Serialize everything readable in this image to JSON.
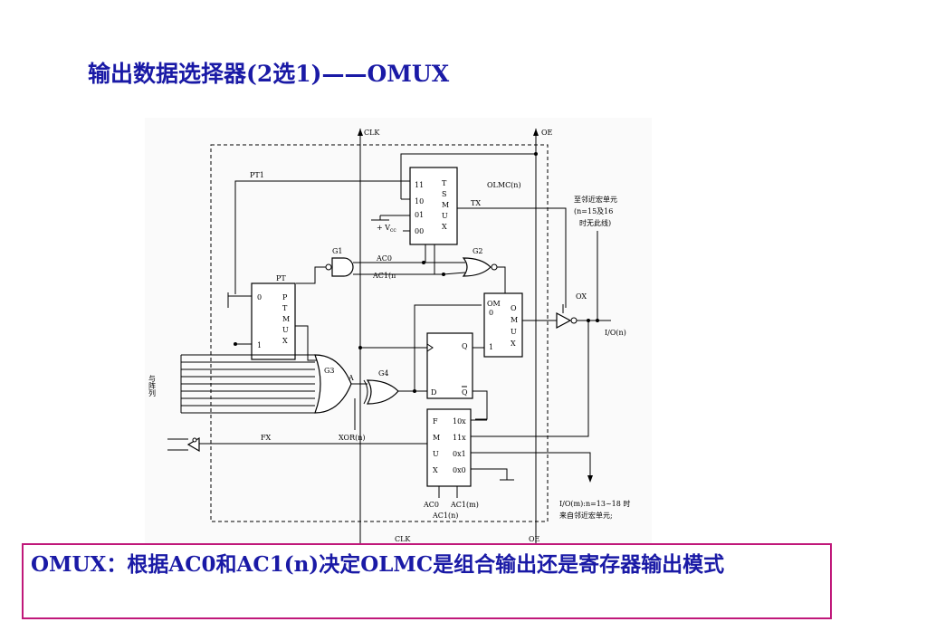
{
  "slide": {
    "title": "输出数据选择器(2选1)——OMUX",
    "caption": "OMUX：根据AC0和AC1(n)决定OLMC是组合输出还是寄存器输出模式"
  },
  "diagram": {
    "signals": {
      "clk_top": "CLK",
      "oe_top": "OE",
      "clk_bottom": "CLK",
      "oe_bottom": "OE",
      "pt1": "PT1",
      "pt": "PT",
      "olmc": "OLMC(n)",
      "tx": "TX",
      "vcc": "+ V",
      "vcc_sub": "cc",
      "ac0": "AC0",
      "ac1n": "AC1(n",
      "om": "OM",
      "ox": "OX",
      "io": "I/O(n)",
      "a": "A",
      "xor": "XOR(n)",
      "fx": "FX",
      "ac0_bottom": "AC0",
      "ac1m": "AC1(m)",
      "ac1n_bottom": "AC1(n)",
      "inputs_label": "与阵列",
      "g1": "G1",
      "g2": "G2",
      "g3": "G3",
      "g4": "G4",
      "q": "Q",
      "q_bar": "Q",
      "d": "D"
    },
    "tsmux": {
      "inputs": [
        "11",
        "10",
        "01",
        "00"
      ],
      "name_letters": [
        "T",
        "S",
        "M",
        "U",
        "X"
      ]
    },
    "ptmux": {
      "inputs": [
        "0",
        "1"
      ],
      "name_letters": [
        "P",
        "T",
        "M",
        "U",
        "X"
      ]
    },
    "omux": {
      "inputs": [
        "0",
        "1"
      ],
      "name_letters": [
        "O",
        "M",
        "U",
        "X"
      ]
    },
    "fmux": {
      "inputs": [
        "10x",
        "11x",
        "0x1",
        "0x0"
      ],
      "name_letters": [
        "F",
        "M",
        "U",
        "X"
      ]
    },
    "notes": {
      "top_right": [
        "至邻近宏单元",
        "(n=15及16",
        "时无此线)"
      ],
      "bottom_right": [
        "I/O(m):n=13~18 时",
        "来自邻近宏单元;"
      ]
    }
  }
}
